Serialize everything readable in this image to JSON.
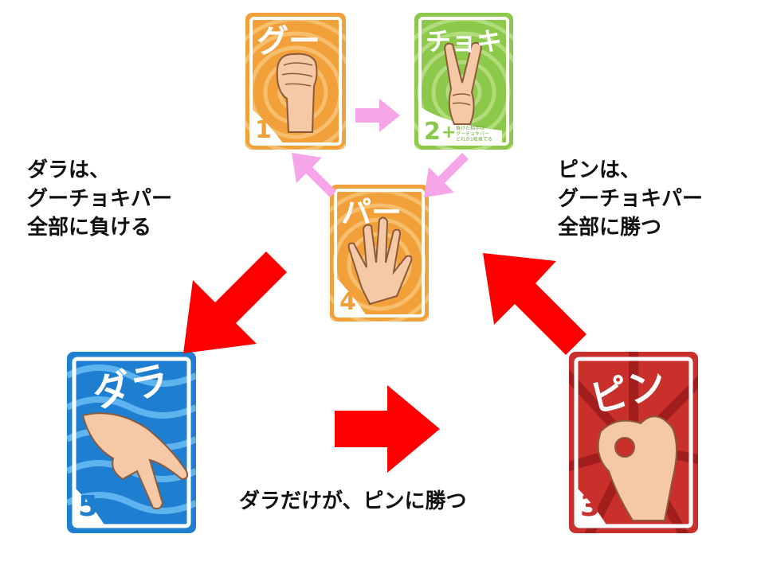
{
  "cards": {
    "gu": {
      "title": "グー",
      "number": "1"
    },
    "choki": {
      "title": "チョキ",
      "number": "2",
      "plus": "+",
      "note_lines": [
        "負けた相手は",
        "グーチョキパー",
        "どれか1枚捨てる"
      ]
    },
    "pa": {
      "title": "パー",
      "number": "4"
    },
    "dara": {
      "title": "ダラ",
      "number": "5"
    },
    "pin": {
      "title": "ピン",
      "number": "3"
    }
  },
  "captions": {
    "dara_rule": [
      "ダラは、",
      "グーチョキパー",
      "全部に負ける"
    ],
    "pin_rule": [
      "ピンは、",
      "グーチョキパー",
      "全部に勝つ"
    ],
    "bottom_rule": "ダラだけが、ピンに勝つ"
  },
  "colors": {
    "orange_card": "#f2a03a",
    "green_card": "#8cc94a",
    "blue_card": "#1e7fd0",
    "red_card": "#c9302c",
    "pink_arrow": "#f6a6e8",
    "red_arrow": "#ff0000",
    "skin": "#f6c9a6"
  }
}
